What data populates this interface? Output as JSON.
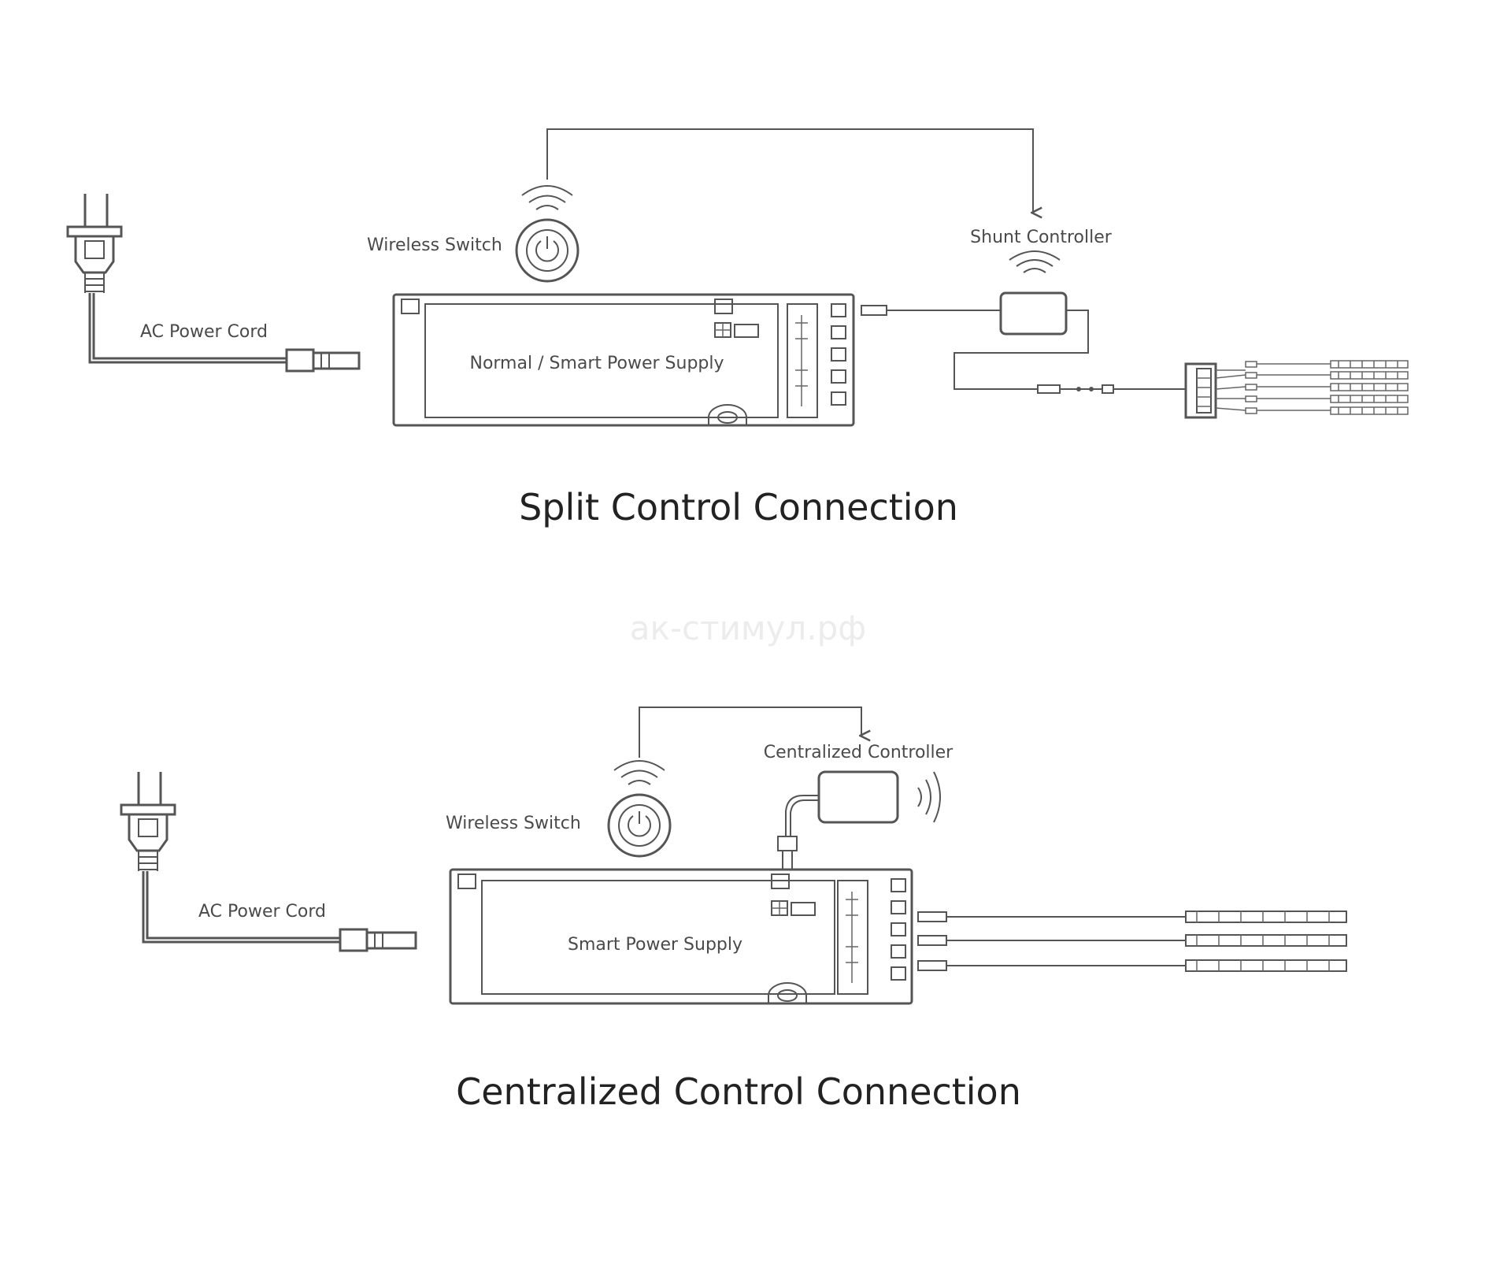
{
  "watermark": "ак-стимул.рф",
  "split": {
    "title": "Split Control Connection",
    "wireless_switch": "Wireless Switch",
    "shunt_controller": "Shunt Controller",
    "ac_power_cord": "AC Power Cord",
    "power_supply": "Normal / Smart Power Supply"
  },
  "centralized": {
    "title": "Centralized Control Connection",
    "wireless_switch": "Wireless Switch",
    "controller": "Centralized Controller",
    "ac_power_cord": "AC Power Cord",
    "power_supply": "Smart Power Supply"
  },
  "colors": {
    "line": "#555555",
    "text": "#4a4a4a",
    "title": "#222222"
  },
  "icons": [
    "power-plug-icon",
    "wireless-switch-icon",
    "wifi-signal-icon",
    "led-strip-icon",
    "connector-icon"
  ]
}
